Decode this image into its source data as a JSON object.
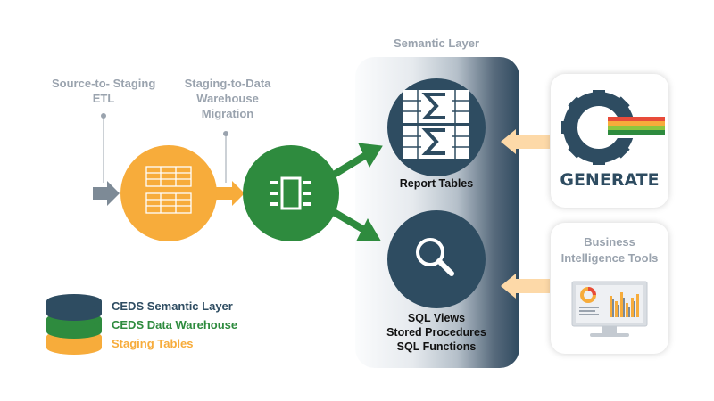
{
  "labels": {
    "source_to_staging": [
      "Source-to- Staging",
      "ETL"
    ],
    "staging_to_dw": [
      "Staging-to-Data",
      "Warehouse",
      "Migration"
    ],
    "semantic_layer_title": "Semantic Layer",
    "report_tables": "Report Tables",
    "sql_objects": [
      "SQL Views",
      "Stored Procedures",
      "SQL Functions"
    ],
    "generate_logo_text": "GENERATE",
    "bi_tools": [
      "Business",
      "Intelligence Tools"
    ]
  },
  "legend": [
    {
      "label": "CEDS Semantic Layer",
      "color": "#2e4c61"
    },
    {
      "label": "CEDS Data Warehouse",
      "color": "#2e8b3e"
    },
    {
      "label": "Staging Tables",
      "color": "#f7ac3b"
    }
  ],
  "colors": {
    "staging": "#f7ac3b",
    "warehouse": "#2e8b3e",
    "semantic": "#2e4c61",
    "arrow_in": "#fdd9a8",
    "label_gray": "#9aa3ae"
  },
  "icons": {
    "staging_tables": "table-icon",
    "warehouse": "chip-icon",
    "report_tables": "sum-table-icon",
    "sql": "magnifier-icon",
    "generate": "gear-logo-icon",
    "bi": "monitor-dashboard-icon"
  }
}
